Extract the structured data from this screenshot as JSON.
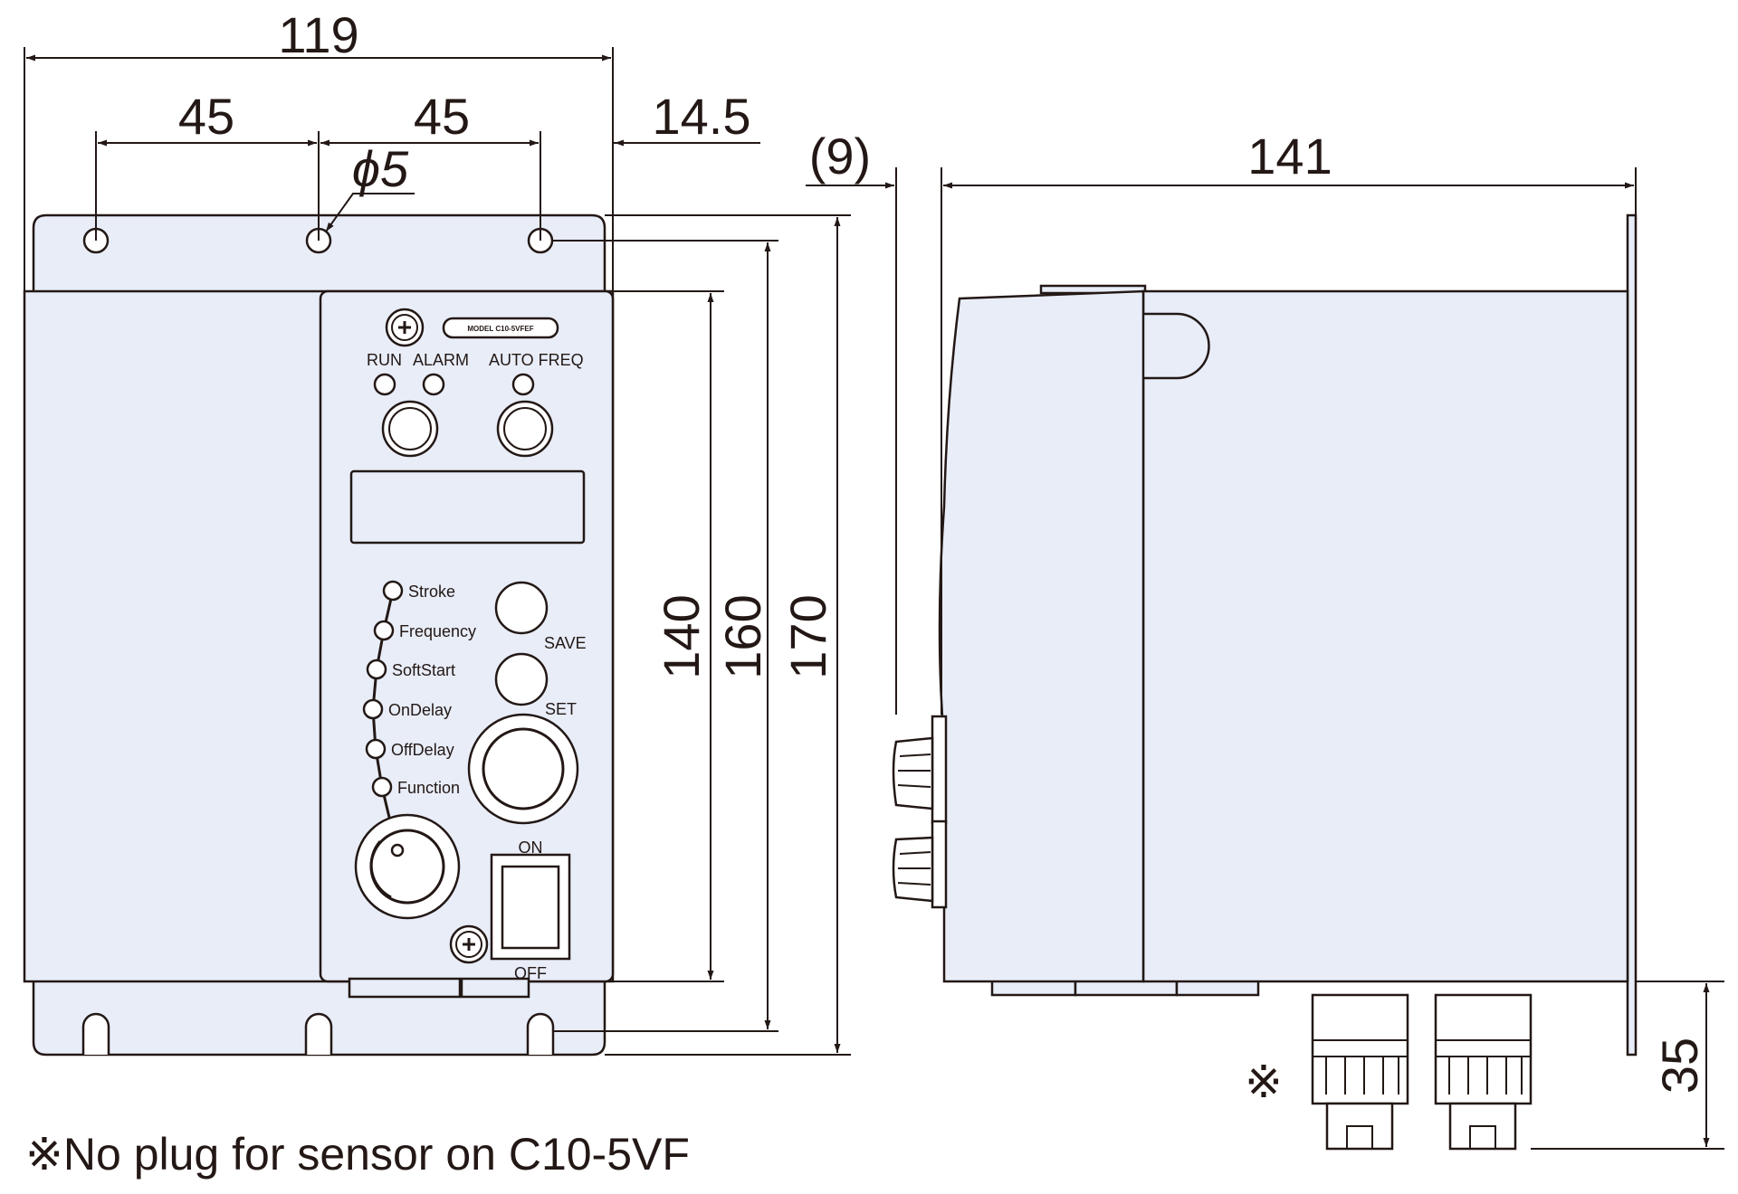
{
  "dimensions": {
    "overall_width": "119",
    "hole_pitch_1": "45",
    "hole_pitch_2": "45",
    "edge_offset": "14.5",
    "hole_diameter": "ϕ5",
    "knob_protrusion": "(9)",
    "depth": "141",
    "front_height": "140",
    "hole_height": "160",
    "overall_height": "170",
    "plug_length": "35"
  },
  "panel_labels": {
    "model": "MODEL C10-5VFEF",
    "run": "RUN",
    "alarm": "ALARM",
    "auto_freq": "AUTO FREQ",
    "params": [
      "Stroke",
      "Frequency",
      "SoftStart",
      "OnDelay",
      "OffDelay",
      "Function"
    ],
    "save": "SAVE",
    "set": "SET",
    "on": "ON",
    "off": "OFF"
  },
  "sensor_mark": "※",
  "footnote": "※No plug for sensor on C10-5VF"
}
